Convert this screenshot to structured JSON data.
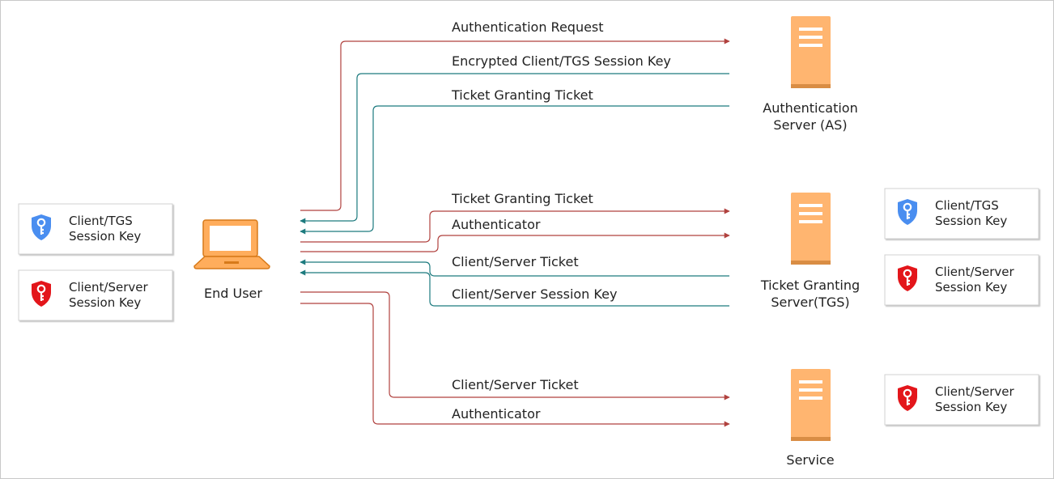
{
  "colors": {
    "request_arrow": "#b0413e",
    "response_arrow": "#1c7a7e",
    "server_fill": "#ffb570",
    "server_dark": "#d98d44",
    "laptop_fill": "#ffad5c",
    "laptop_stroke": "#d77a1a",
    "tgs_key_shield": "#4a8ef0",
    "server_key_shield": "#e3161b"
  },
  "nodes": {
    "end_user": {
      "label": "End User",
      "icon": "laptop-icon"
    },
    "as": {
      "label_line1": "Authentication",
      "label_line2": "Server (AS)",
      "icon": "server-icon"
    },
    "tgs": {
      "label_line1": "Ticket Granting",
      "label_line2": "Server(TGS)",
      "icon": "server-icon"
    },
    "service": {
      "label": "Service",
      "icon": "server-icon"
    }
  },
  "keys": {
    "user_tgs": {
      "line1": "Client/TGS",
      "line2": "Session Key",
      "icon": "blue-key-shield-icon"
    },
    "user_server": {
      "line1": "Client/Server",
      "line2": "Session Key",
      "icon": "red-key-shield-icon"
    },
    "tgs_tgs": {
      "line1": "Client/TGS",
      "line2": "Session Key",
      "icon": "blue-key-shield-icon"
    },
    "tgs_server": {
      "line1": "Client/Server",
      "line2": "Session Key",
      "icon": "red-key-shield-icon"
    },
    "service_server": {
      "line1": "Client/Server",
      "line2": "Session Key",
      "icon": "red-key-shield-icon"
    }
  },
  "messages": {
    "as_request": "Authentication Request",
    "as_session_key": "Encrypted Client/TGS Session Key",
    "as_tgt": "Ticket Granting Ticket",
    "tgs_tgt": "Ticket Granting Ticket",
    "tgs_authenticator": "Authenticator",
    "tgs_cs_ticket": "Client/Server Ticket",
    "tgs_cs_session_key": "Client/Server Session Key",
    "svc_cs_ticket": "Client/Server Ticket",
    "svc_authenticator": "Authenticator"
  }
}
